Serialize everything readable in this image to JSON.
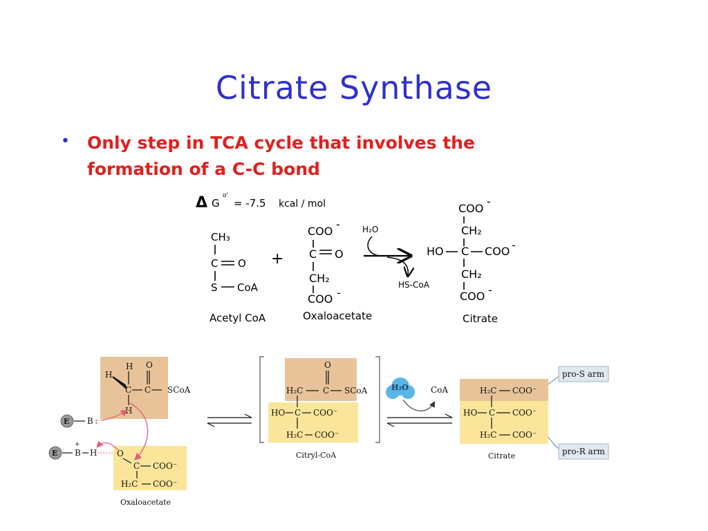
{
  "slide": {
    "title": "Citrate Synthase",
    "bullet": "Only step in TCA cycle that involves the formation of a C-C bond"
  },
  "equation": {
    "delta_symbol": "Δ",
    "g": "G",
    "superscript": "o'",
    "value": "= -7.5",
    "unit": "kcal / mol"
  },
  "top_reaction": {
    "acetyl": {
      "ch3": "CH₃",
      "c": "C",
      "o": "O",
      "s": "S",
      "coa": "CoA",
      "label": "Acetyl CoA"
    },
    "plus": "+",
    "oxaloacetate": {
      "coo_top": "COO",
      "minus": "-",
      "c": "C",
      "o": "O",
      "ch2": "CH₂",
      "coo_bot": "COO",
      "label": "Oxaloacetate"
    },
    "water": "H₂O",
    "hscoa": "HS-CoA",
    "citrate": {
      "coo_top": "COO",
      "minus": "-",
      "ch2_top": "CH₂",
      "ho": "HO",
      "c": "C",
      "coo_mid": "COO",
      "ch2_bot": "CH₂",
      "coo_bot": "COO",
      "label": "Citrate"
    }
  },
  "mechanism": {
    "acetyl": {
      "h_top": "H",
      "o_top": "O",
      "h_left": "H",
      "c1": "C",
      "c2": "C",
      "scoa": "SCoA",
      "h_bottom": "H"
    },
    "enzyme1": {
      "e": "E",
      "b": "B",
      "colon": ":"
    },
    "enzyme2": {
      "e": "E",
      "b": "B",
      "plus": "+",
      "h": "H"
    },
    "oxaloacetate": {
      "o": "O",
      "c": "C",
      "coo": "COO⁻",
      "h2c": "H₂C",
      "coo2": "COO⁻",
      "label": "Oxaloacetate"
    },
    "citryl": {
      "o": "O",
      "h2c": "H₂C",
      "c": "C",
      "scoa": "SCoA",
      "ho": "HO",
      "c2": "C",
      "coo": "COO⁻",
      "h2c2": "H₂C",
      "coo2": "COO⁻",
      "label": "Citryl-CoA"
    },
    "water": "H₂O",
    "coa": "CoA",
    "citrate": {
      "h2c": "H₂C",
      "coo": "COO⁻",
      "ho": "HO",
      "c": "C",
      "coo2": "COO⁻",
      "h2c2": "H₂C",
      "coo3": "COO⁻",
      "label": "Citrate"
    },
    "pro_s": "pro-S arm",
    "pro_r": "pro-R arm"
  },
  "colors": {
    "title": "#2f2fd0",
    "bullet_text": "#e0201f",
    "acetyl_box": "#e8c39a",
    "yellow_box": "#fbe59a",
    "water_blob": "#5ab6e6",
    "label_box": "#dfe9ef"
  }
}
